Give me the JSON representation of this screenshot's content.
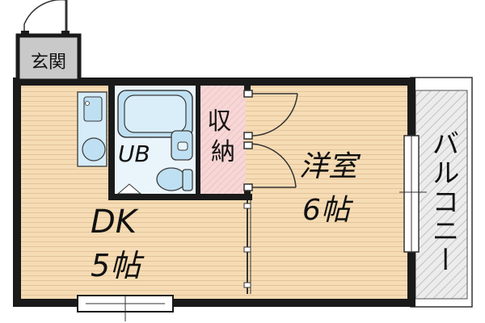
{
  "labels": {
    "entrance": "玄関",
    "unit_bath": "UB",
    "storage": "収\n納",
    "western_room": "洋室",
    "western_room_size": "6帖",
    "dk": "DK",
    "dk_size": "5帖",
    "balcony": "バルコニー"
  },
  "colors": {
    "floor": "#f6dcb4",
    "floor_lines": "#e3c39a",
    "wall": "#1a1a1a",
    "storage_fill": "#f6d3d3",
    "bath_fill": "#cfe6f4",
    "fixture_fill": "#bfe0f2",
    "entrance_fill": "#c9c9c9",
    "balcony_fill": "#e6e6e6"
  },
  "icons": [
    "door-icon",
    "bathtub-icon",
    "toilet-icon",
    "washbasin-icon",
    "window-icon",
    "sliding-door-icon"
  ]
}
